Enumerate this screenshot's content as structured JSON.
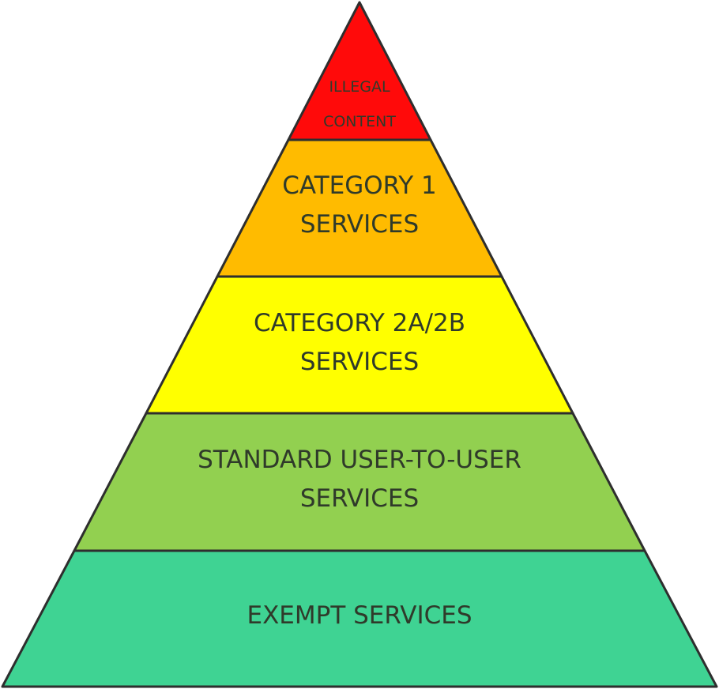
{
  "diagram": {
    "type": "pyramid",
    "outline_color": "#2e2e2e",
    "text_color": "#333333",
    "tiers": [
      {
        "id": "illegal-content",
        "lines": [
          "ILLEGAL",
          "CONTENT"
        ],
        "color": "#ff0a0a",
        "font_size": 19
      },
      {
        "id": "category-1-services",
        "lines": [
          "CATEGORY 1",
          "SERVICES"
        ],
        "color": "#ffbb00",
        "font_size": 32
      },
      {
        "id": "category-2a-2b-services",
        "lines": [
          "CATEGORY 2A/2B",
          "SERVICES"
        ],
        "color": "#ffff00",
        "font_size": 32
      },
      {
        "id": "standard-user-to-user-services",
        "lines": [
          "STANDARD USER-TO-USER",
          "SERVICES"
        ],
        "color": "#92d050",
        "font_size": 32
      },
      {
        "id": "exempt-services",
        "lines": [
          "EXEMPT SERVICES"
        ],
        "color": "#3fd393",
        "font_size": 32
      }
    ]
  }
}
